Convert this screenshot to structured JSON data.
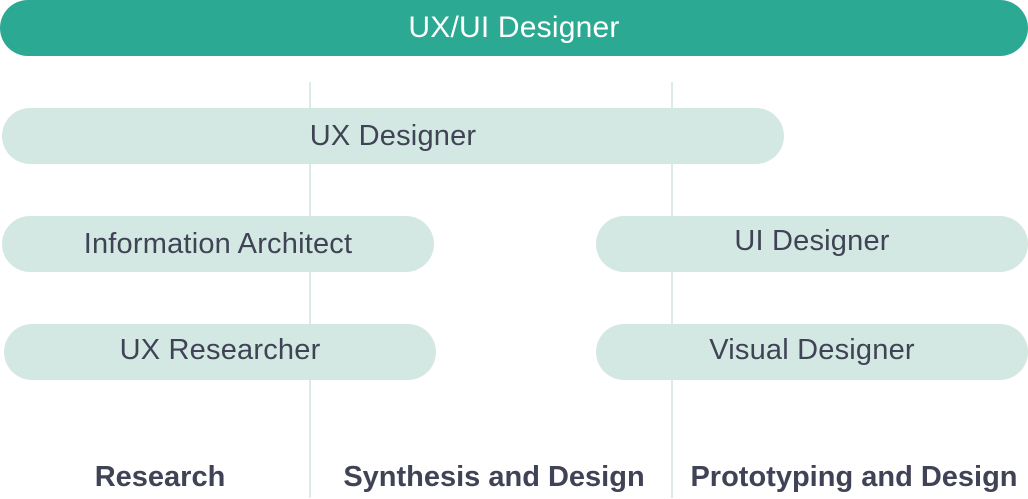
{
  "colors": {
    "primary": "#2ba993",
    "role_fill": "#d3e8e2",
    "divider": "#dcebe6",
    "text": "#3f4355"
  },
  "top_role": "UX/UI Designer",
  "roles": {
    "ux_designer": "UX Designer",
    "information_architect": "Information Architect",
    "ux_researcher": "UX Researcher",
    "ui_designer": "UI Designer",
    "visual_designer": "Visual Designer"
  },
  "phases": {
    "research": "Research",
    "synthesis": "Synthesis and Design",
    "prototyping": "Prototyping and Design"
  }
}
